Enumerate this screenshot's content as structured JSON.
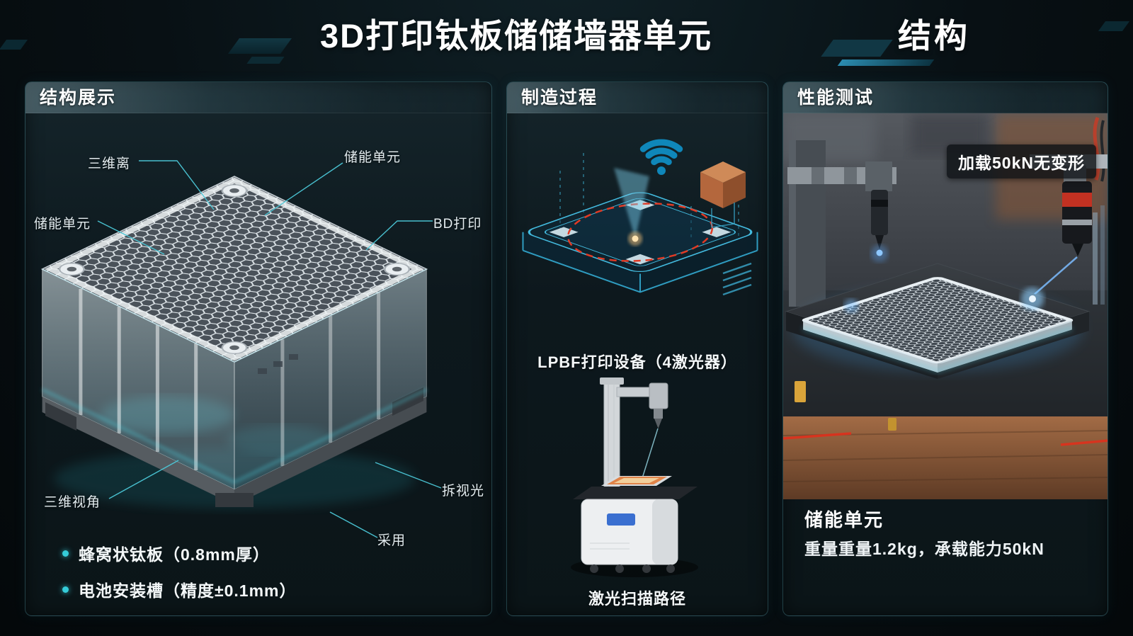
{
  "colors": {
    "accent_teal": "#3fc4d6",
    "blueprint_teal": "#2ea8d0",
    "laser_blue": "#58b2ff",
    "alert_red": "#d8341f",
    "panel_bg": "#101b1f"
  },
  "header": {
    "title": "3D打印钛板储储墙器单元",
    "subtitle": "结构"
  },
  "structure_panel": {
    "header": "结构展示",
    "callouts": [
      {
        "label": "三维离"
      },
      {
        "label": "储能单元"
      },
      {
        "label": "储能单元"
      },
      {
        "label": "BD打印"
      },
      {
        "label": "三维视角"
      },
      {
        "label": "拆视光"
      },
      {
        "label": "采用"
      }
    ],
    "bullets": [
      "蜂窝状钛板（0.8mm厚）",
      "电池安装槽（精度±0.1mm）"
    ]
  },
  "process_panel": {
    "header": "制造过程",
    "caption_top": "LPBF打印设备（4激光器）",
    "caption_bottom": "激光扫描路径"
  },
  "test_panel": {
    "header": "性能测试",
    "badge": "加载50kN无变形",
    "result_title": "储能单元",
    "result_text": "重量重量1.2kg，承载能力50kN"
  }
}
